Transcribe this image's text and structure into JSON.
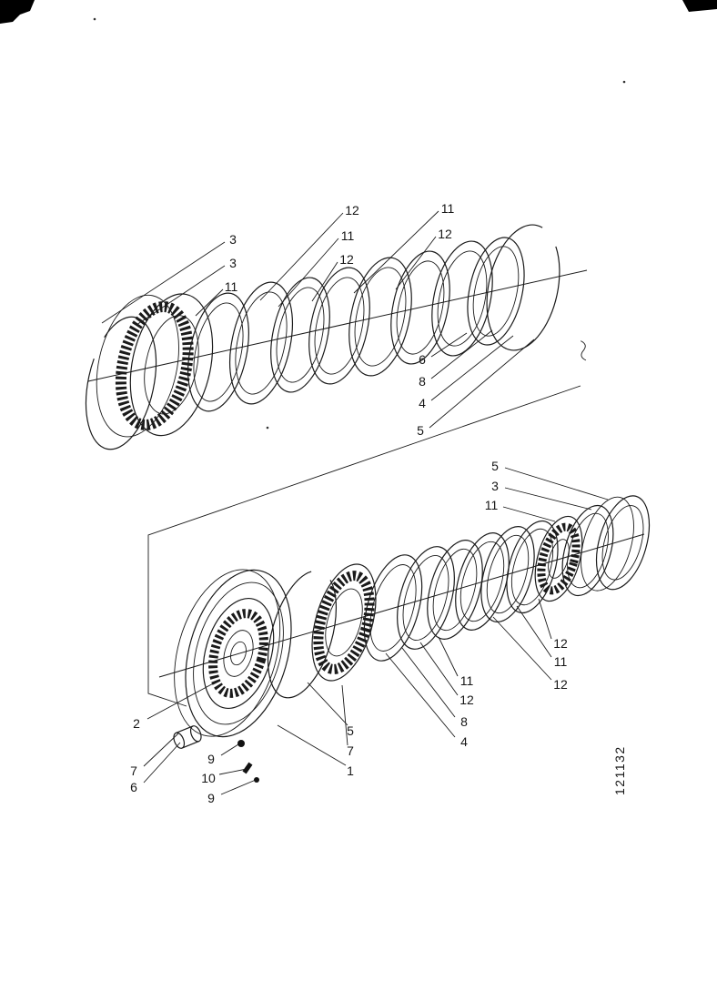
{
  "page": {
    "background": "#ffffff",
    "ink": "#1a1a1a"
  },
  "figure_code": "121132",
  "upper_assembly": {
    "callouts": [
      {
        "text": "12"
      },
      {
        "text": "11"
      },
      {
        "text": "11"
      },
      {
        "text": "12"
      },
      {
        "text": "3"
      },
      {
        "text": "3"
      },
      {
        "text": "11"
      },
      {
        "text": "12"
      },
      {
        "text": "6"
      },
      {
        "text": "8"
      },
      {
        "text": "4"
      },
      {
        "text": "5"
      }
    ]
  },
  "lower_assembly": {
    "callouts": [
      {
        "text": "5"
      },
      {
        "text": "3"
      },
      {
        "text": "11"
      },
      {
        "text": "12"
      },
      {
        "text": "11"
      },
      {
        "text": "12"
      },
      {
        "text": "11"
      },
      {
        "text": "12"
      },
      {
        "text": "8"
      },
      {
        "text": "4"
      },
      {
        "text": "5"
      },
      {
        "text": "7"
      },
      {
        "text": "1"
      },
      {
        "text": "2"
      },
      {
        "text": "7"
      },
      {
        "text": "6"
      },
      {
        "text": "9"
      },
      {
        "text": "10"
      },
      {
        "text": "9"
      }
    ]
  }
}
